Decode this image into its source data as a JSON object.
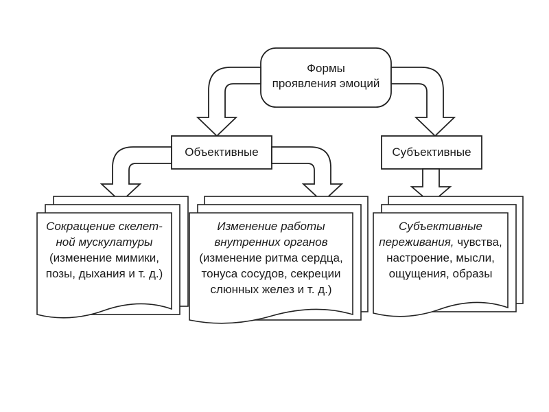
{
  "root": {
    "line1": "Формы",
    "line2": "проявления эмоций"
  },
  "objective": {
    "label": "Объективные"
  },
  "subjective": {
    "label": "Субъективные"
  },
  "docs": [
    {
      "italic": [
        "Сокращение скелет-",
        "ной мускулатуры"
      ],
      "normal": [
        "(изменение мимики,",
        "позы, дыхания и т. д.)"
      ]
    },
    {
      "italic": [
        "Изменение работы",
        "внутренних органов"
      ],
      "normal": [
        "(изменение ритма сердца,",
        "тонуса сосудов, секреции",
        "слюнных желез и т. д.)"
      ]
    },
    {
      "italic": [
        "Субъективные"
      ],
      "mixed": {
        "italic": "переживания,",
        "normal": " чувства,"
      },
      "normal": [
        "настроение, мысли,",
        "ощущения, образы"
      ]
    }
  ]
}
